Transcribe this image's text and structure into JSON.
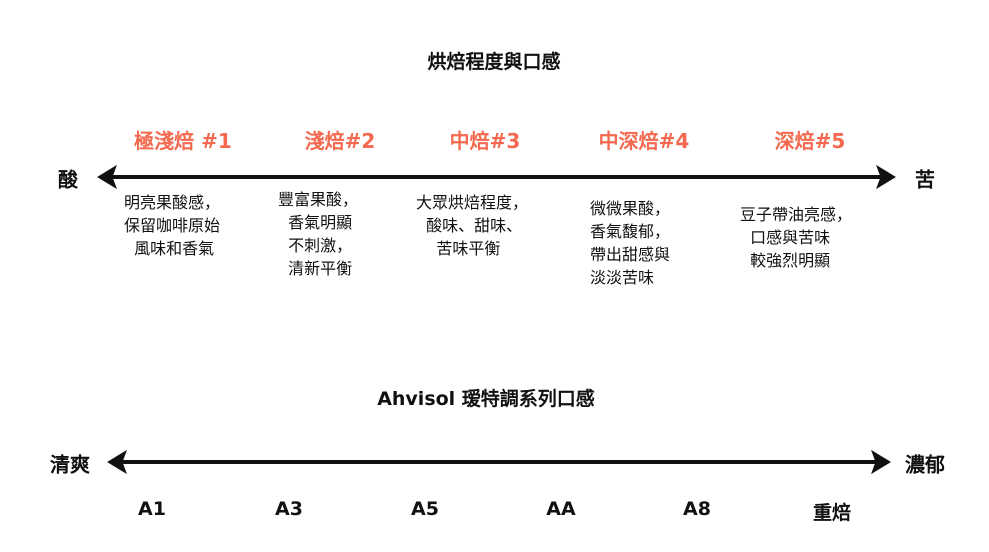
{
  "roast": {
    "title": "烘焙程度與口感",
    "left_end": "酸",
    "right_end": "苦",
    "levels": [
      {
        "label": "極淺焙 #1",
        "desc": [
          "明亮果酸感，",
          "保留咖啡原始",
          "  風味和香氣"
        ]
      },
      {
        "label": "淺焙#2",
        "desc": [
          "豐富果酸，",
          "  香氣明顯",
          "  不刺激，",
          "  清新平衡"
        ]
      },
      {
        "label": "中焙#3",
        "desc": [
          "大眾烘焙程度，",
          "  酸味、甜味、",
          "    苦味平衡"
        ]
      },
      {
        "label": "中深焙#4",
        "desc": [
          "微微果酸，",
          "香氣馥郁，",
          "帶出甜感與",
          "淡淡苦味"
        ]
      },
      {
        "label": "深焙#5",
        "desc": [
          "豆子帶油亮感，",
          "  口感與苦味",
          "  較強烈明顯"
        ]
      }
    ]
  },
  "series": {
    "title": "Ahvisol 瑷特調系列口感",
    "left_end": "清爽",
    "right_end": "濃郁",
    "items": [
      "A1",
      "A3",
      "A5",
      "AA",
      "A8",
      "重焙"
    ]
  },
  "colors": {
    "accent": "#f4694f",
    "ink": "#111111"
  }
}
